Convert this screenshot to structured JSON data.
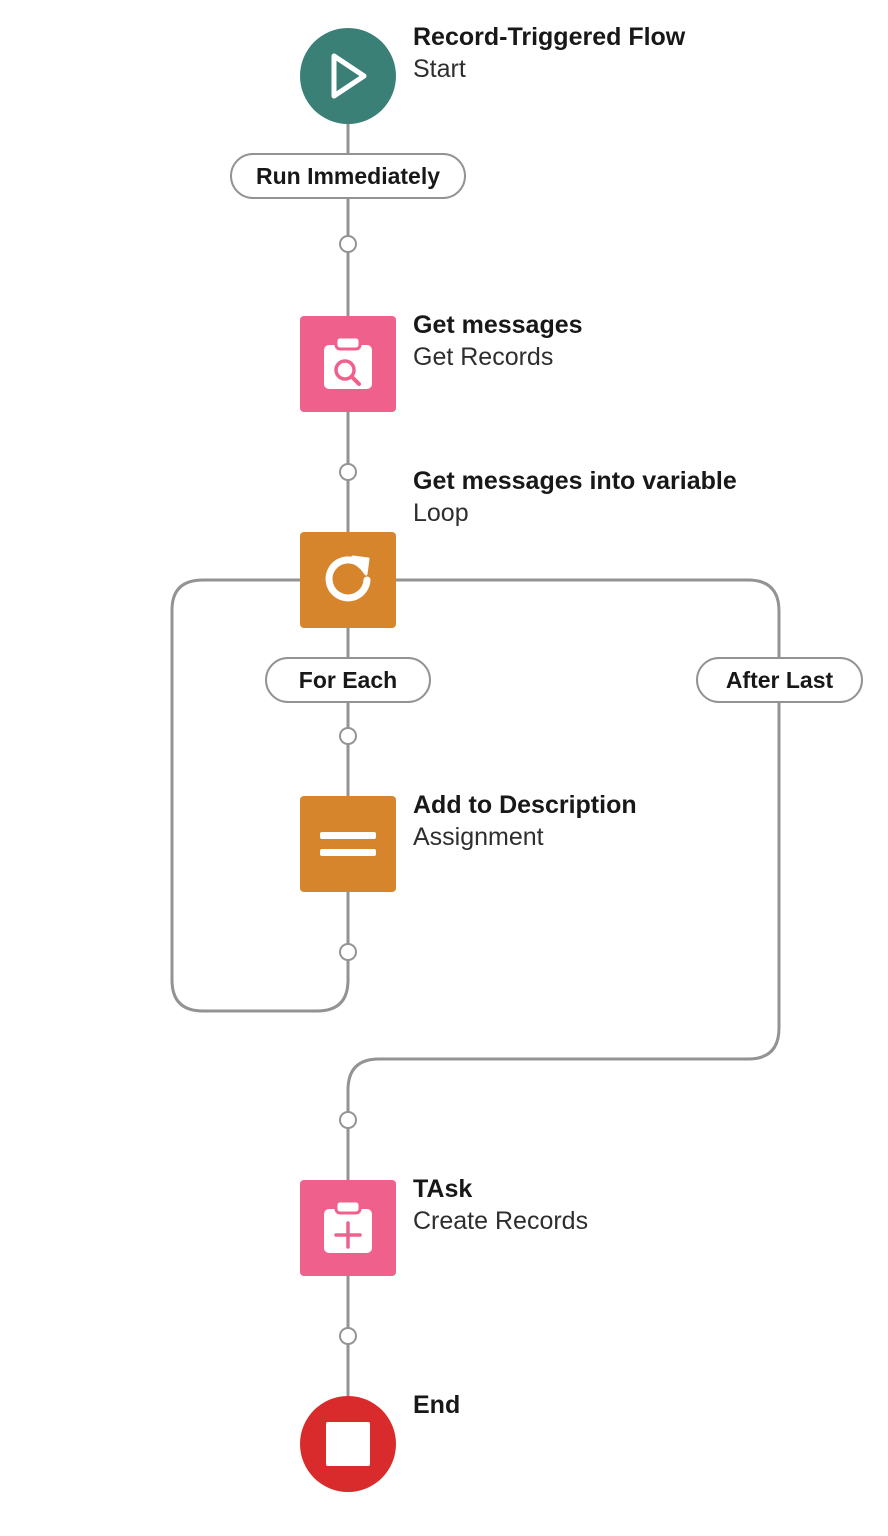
{
  "flow": {
    "start": {
      "title": "Record-Triggered Flow",
      "subtitle": "Start",
      "icon": "play-icon",
      "color": "#3b8076"
    },
    "start_path_label": "Run Immediately",
    "get_records": {
      "title": "Get messages",
      "subtitle": "Get Records",
      "icon": "clipboard-search-icon",
      "color": "#f0608c"
    },
    "loop": {
      "title": "Get messages into variable",
      "subtitle": "Loop",
      "icon": "loop-refresh-icon",
      "color": "#d6852c",
      "for_each_label": "For Each",
      "after_last_label": "After Last"
    },
    "assignment": {
      "title": "Add to Description",
      "subtitle": "Assignment",
      "icon": "equals-icon",
      "color": "#d6852c"
    },
    "create_records": {
      "title": "TAsk",
      "subtitle": "Create Records",
      "icon": "clipboard-add-icon",
      "color": "#f0608c"
    },
    "end": {
      "title": "End",
      "icon": "stop-icon",
      "color": "#d92b2b"
    }
  },
  "colors": {
    "connector": "#939393",
    "pill_border": "#939393",
    "background": "#ffffff"
  }
}
